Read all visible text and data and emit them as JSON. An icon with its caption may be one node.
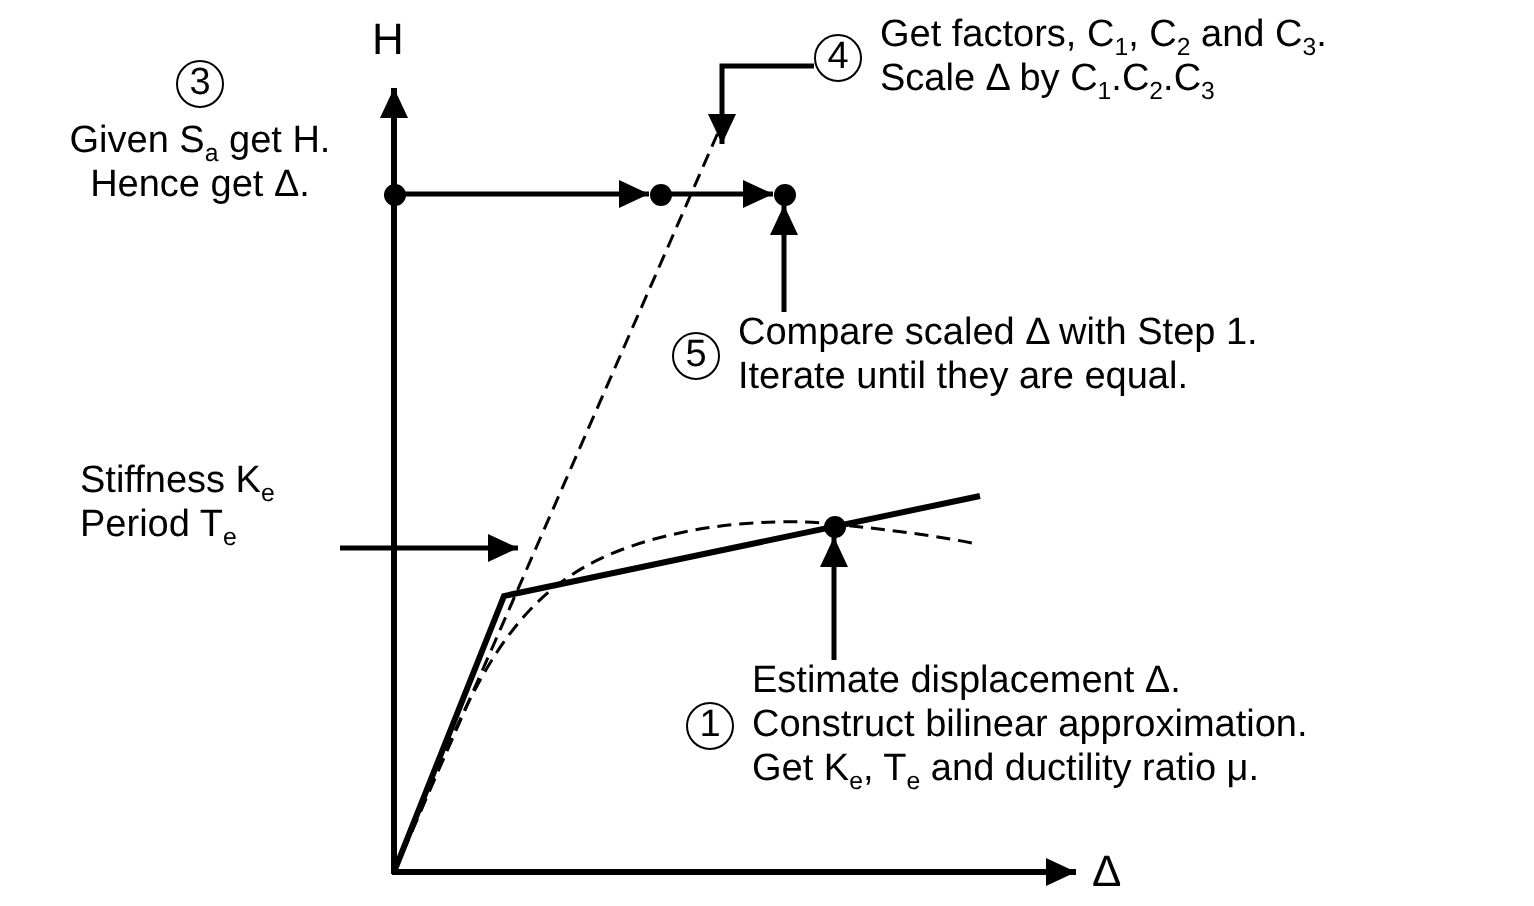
{
  "diagram": {
    "nodes": [
      {
        "text": [
          "3"
        ],
        "beside": [
          "Given S$_{a}$ get H. Hence get Δ."
        ]
      },
      {
        "text": [
          "4"
        ],
        "beside": [
          "Get factors, C$_{1}$, C$_{2}$ and C$_{3}$. Scale Δ by C$_{1}$.C$_{2}$.C$_{3}$"
        ]
      },
      {
        "text": [
          "5"
        ],
        "beside": [
          "Compare scaled Δ with Step 1. Iterate until they are equal."
        ]
      },
      {
        "text": [
          "Stiffness K$_{e}$ Period T$_{e}$"
        ]
      },
      {
        "text": [
          "1"
        ],
        "beside": [
          "Estimate displacement Δ. Construct bilinear approximation. Get K$_{e}$, T$_{e}$ and ductility ratio μ."
        ]
      },
      {
        "text": [],
        "shape": "circle"
      },
      {
        "text": [],
        "shape": "circle"
      },
      {
        "text": [],
        "shape": "circle"
      },
      {
        "text": [],
        "shape": "circle"
      }
    ],
    "edges": [
      {
        "from": 5,
        "to": 6,
        "arrow": "to"
      },
      {
        "from": 6,
        "to": 7,
        "arrow": "to"
      },
      {
        "from": 1,
        "to": null,
        "arrow": "to"
      },
      {
        "from": 2,
        "to": 7,
        "arrow": "to"
      },
      {
        "from": 3,
        "to": null,
        "arrow": "to"
      },
      {
        "from": 4,
        "to": 8,
        "arrow": "to"
      }
    ],
    "labels": [
      "H",
      "Δ"
    ]
  }
}
